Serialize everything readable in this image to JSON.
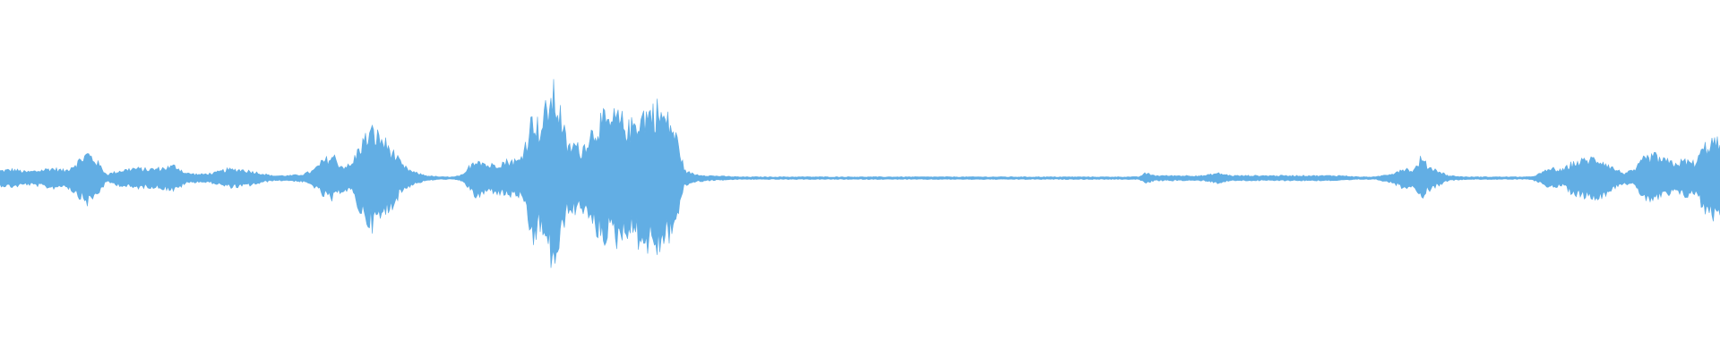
{
  "waveform": {
    "color": "#62aee4",
    "amplitude_envelope": [
      [
        0.0,
        0.06
      ],
      [
        0.008,
        0.07
      ],
      [
        0.015,
        0.05
      ],
      [
        0.022,
        0.06
      ],
      [
        0.03,
        0.08
      ],
      [
        0.038,
        0.06
      ],
      [
        0.044,
        0.12
      ],
      [
        0.051,
        0.2
      ],
      [
        0.056,
        0.14
      ],
      [
        0.062,
        0.03
      ],
      [
        0.07,
        0.06
      ],
      [
        0.078,
        0.08
      ],
      [
        0.086,
        0.07
      ],
      [
        0.094,
        0.08
      ],
      [
        0.102,
        0.1
      ],
      [
        0.108,
        0.04
      ],
      [
        0.116,
        0.03
      ],
      [
        0.124,
        0.04
      ],
      [
        0.132,
        0.07
      ],
      [
        0.14,
        0.07
      ],
      [
        0.148,
        0.05
      ],
      [
        0.158,
        0.02
      ],
      [
        0.168,
        0.02
      ],
      [
        0.176,
        0.03
      ],
      [
        0.182,
        0.06
      ],
      [
        0.188,
        0.14
      ],
      [
        0.194,
        0.18
      ],
      [
        0.198,
        0.1
      ],
      [
        0.204,
        0.1
      ],
      [
        0.21,
        0.28
      ],
      [
        0.216,
        0.38
      ],
      [
        0.222,
        0.32
      ],
      [
        0.228,
        0.22
      ],
      [
        0.234,
        0.1
      ],
      [
        0.24,
        0.05
      ],
      [
        0.248,
        0.02
      ],
      [
        0.256,
        0.01
      ],
      [
        0.264,
        0.01
      ],
      [
        0.27,
        0.03
      ],
      [
        0.274,
        0.12
      ],
      [
        0.278,
        0.16
      ],
      [
        0.284,
        0.1
      ],
      [
        0.29,
        0.12
      ],
      [
        0.296,
        0.14
      ],
      [
        0.302,
        0.14
      ],
      [
        0.306,
        0.3
      ],
      [
        0.31,
        0.52
      ],
      [
        0.314,
        0.38
      ],
      [
        0.318,
        0.58
      ],
      [
        0.322,
        0.68
      ],
      [
        0.326,
        0.52
      ],
      [
        0.33,
        0.24
      ],
      [
        0.334,
        0.28
      ],
      [
        0.338,
        0.22
      ],
      [
        0.342,
        0.34
      ],
      [
        0.346,
        0.4
      ],
      [
        0.35,
        0.48
      ],
      [
        0.354,
        0.44
      ],
      [
        0.358,
        0.5
      ],
      [
        0.362,
        0.46
      ],
      [
        0.366,
        0.4
      ],
      [
        0.37,
        0.48
      ],
      [
        0.374,
        0.52
      ],
      [
        0.378,
        0.54
      ],
      [
        0.382,
        0.56
      ],
      [
        0.386,
        0.5
      ],
      [
        0.39,
        0.44
      ],
      [
        0.394,
        0.3
      ],
      [
        0.398,
        0.06
      ],
      [
        0.404,
        0.03
      ],
      [
        0.412,
        0.02
      ],
      [
        0.43,
        0.01
      ],
      [
        0.45,
        0.01
      ],
      [
        0.48,
        0.01
      ],
      [
        0.52,
        0.01
      ],
      [
        0.56,
        0.01
      ],
      [
        0.6,
        0.01
      ],
      [
        0.64,
        0.01
      ],
      [
        0.662,
        0.01
      ],
      [
        0.666,
        0.04
      ],
      [
        0.672,
        0.02
      ],
      [
        0.68,
        0.02
      ],
      [
        0.69,
        0.02
      ],
      [
        0.7,
        0.02
      ],
      [
        0.708,
        0.04
      ],
      [
        0.716,
        0.02
      ],
      [
        0.726,
        0.02
      ],
      [
        0.738,
        0.02
      ],
      [
        0.75,
        0.02
      ],
      [
        0.76,
        0.02
      ],
      [
        0.77,
        0.02
      ],
      [
        0.78,
        0.02
      ],
      [
        0.79,
        0.01
      ],
      [
        0.8,
        0.01
      ],
      [
        0.81,
        0.04
      ],
      [
        0.816,
        0.08
      ],
      [
        0.822,
        0.06
      ],
      [
        0.826,
        0.16
      ],
      [
        0.83,
        0.1
      ],
      [
        0.836,
        0.06
      ],
      [
        0.842,
        0.02
      ],
      [
        0.852,
        0.01
      ],
      [
        0.87,
        0.01
      ],
      [
        0.89,
        0.01
      ],
      [
        0.896,
        0.04
      ],
      [
        0.902,
        0.08
      ],
      [
        0.908,
        0.06
      ],
      [
        0.914,
        0.12
      ],
      [
        0.92,
        0.14
      ],
      [
        0.926,
        0.16
      ],
      [
        0.932,
        0.14
      ],
      [
        0.938,
        0.08
      ],
      [
        0.944,
        0.04
      ],
      [
        0.95,
        0.06
      ],
      [
        0.956,
        0.16
      ],
      [
        0.962,
        0.18
      ],
      [
        0.968,
        0.14
      ],
      [
        0.974,
        0.12
      ],
      [
        0.98,
        0.14
      ],
      [
        0.986,
        0.12
      ],
      [
        0.99,
        0.24
      ],
      [
        0.995,
        0.3
      ],
      [
        1.0,
        0.28
      ]
    ]
  }
}
